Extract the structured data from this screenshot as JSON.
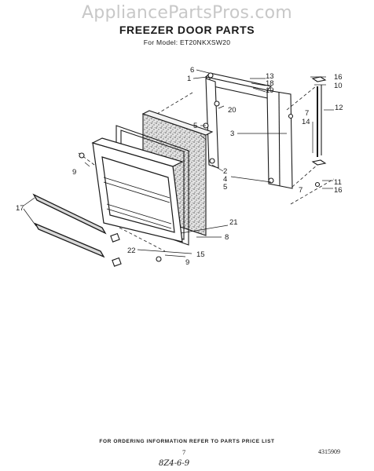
{
  "header": {
    "watermark": "AppliancePartsPros.com",
    "title": "FREEZER DOOR PARTS",
    "subtitle": "For Model: ET20NKXSW20"
  },
  "callouts": [
    "1",
    "2",
    "3",
    "4",
    "5",
    "5",
    "6",
    "7",
    "7",
    "8",
    "9",
    "9",
    "10",
    "11",
    "12",
    "13",
    "14",
    "15",
    "16",
    "16",
    "17",
    "18",
    "19",
    "20",
    "21",
    "22"
  ],
  "footer": {
    "note": "FOR ORDERING INFORMATION REFER TO PARTS PRICE LIST",
    "page_number": "7",
    "doc_number": "4315909",
    "handwritten": "8Z4-6-9"
  }
}
